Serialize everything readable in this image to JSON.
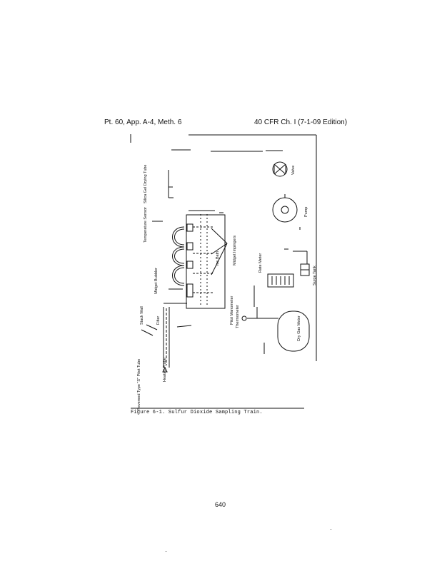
{
  "header": {
    "left": "Pt. 60, App. A-4, Meth. 6",
    "right": "40 CFR Ch. I (7-1-09 Edition)"
  },
  "figure": {
    "labels": {
      "heated_probe": "Heated Probe",
      "filter": "Filter",
      "stack_wall": "Stack Wall",
      "reversed_type_s_pitot": "Reversed Type \"S\" Pitot Tube",
      "midget_bubbler": "Midget Bubbler",
      "midget_impingers": "Midget Impingers",
      "temperature_sensor": "Temperature Sensor",
      "silica_gel_drying_tube": "Silica Gel Drying Tube",
      "ice_bath": "Ice Bath",
      "thermometer": "Thermometer",
      "dry_gas_meter": "Dry Gas Meter",
      "rate_meter": "Rate Meter",
      "surge_tank": "Surge Tank",
      "pump": "Pump",
      "valve": "Valve",
      "pitot_manometer": "Pitot Manometer"
    }
  },
  "caption": "Figure 6-1. Sulfur Dioxide Sampling Train.",
  "page_number": "640"
}
